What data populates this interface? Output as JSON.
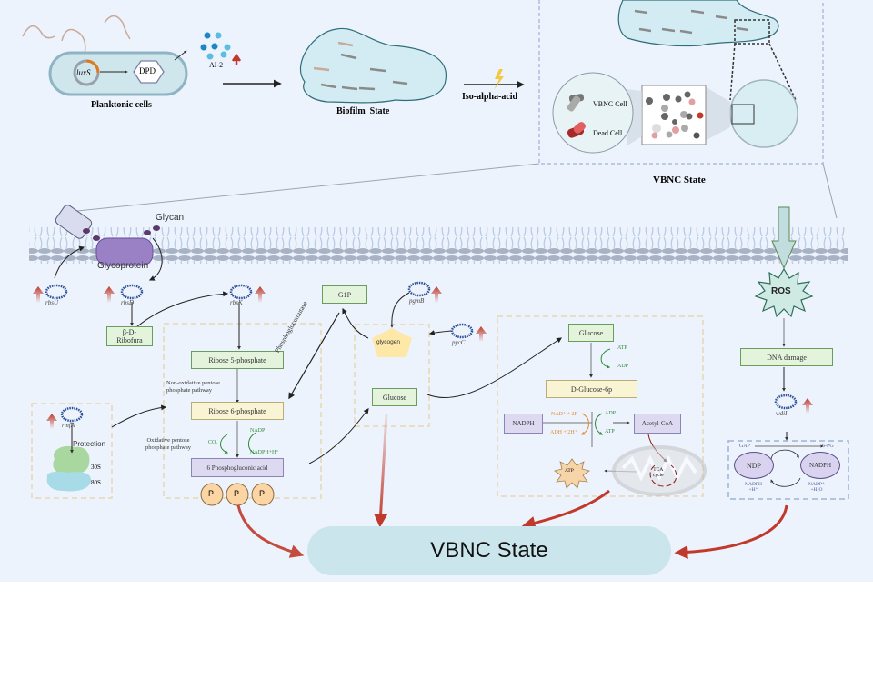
{
  "top": {
    "planktonic": {
      "gene": "luxS",
      "product": "DPD",
      "signal": "AI-2",
      "caption": "Planktonic cells"
    },
    "biofilm": {
      "caption": "Biofilm  State"
    },
    "treatment": {
      "label": "Iso-alpha-acid"
    },
    "vbnc_panel": {
      "legend_vbnc": "VBNC Cell",
      "legend_dead": "Dead Cell",
      "caption": "VBNC State"
    }
  },
  "membrane": {
    "glycan_label": "Glycan",
    "glycoprotein_label": "Glycoprotein"
  },
  "genes": {
    "rbsU": "rbsU",
    "rbsD": "rbsD",
    "rbsK": "rbsK",
    "pgmB": "pgmB",
    "pycC": "pycC",
    "rmfA": "rmfA",
    "wdiI": "wdiI"
  },
  "ribose_pathway": {
    "beta_d_ribofura": "β-D-\nRibofura",
    "ribose5p": "Ribose 5-phosphate",
    "non_oxidative": "Non-oxidative pentose\nphosphate pathway",
    "ribose6p": "Ribose 6-phosphate",
    "oxidative": "Oxidative pentose\nphosphate pathway",
    "co2": "CO₂",
    "nadp": "NADP",
    "nadph": "NADPH+H⁺",
    "phosphogluconic": "6 Phosphogluconic acid",
    "phosphates": [
      "P",
      "P",
      "P"
    ],
    "enzyme": "Phosphoglucomutase"
  },
  "glycogen_pathway": {
    "g1p": "G1P",
    "glycogen": "glycogen",
    "glucose": "Glucose"
  },
  "ribosome": {
    "protection": "Protection",
    "sub30": "30S",
    "sub80": "80S"
  },
  "glycolysis": {
    "glucose": "Glucose",
    "atp_in": "ATP",
    "adp_out": "ADP",
    "d_glucose_6p": "D-Glucose-6p",
    "nadph_box": "NADPH",
    "nad_label": "NAD⁺ + 2P",
    "adh_label": "ADH + 2H⁺",
    "adp_label": "ADP",
    "atp_label": "ATP",
    "acetyl_coa": "Acetyl-CoA",
    "atp_burst": "ATP",
    "tca": "TCA\ncycle"
  },
  "ros_path": {
    "ros": "ROS",
    "dna_damage": "DNA damage",
    "gap": "GAP",
    "six_pg": "6-PG",
    "ndp": "NDP",
    "nadph": "NADPH",
    "nadph_h": "NADPH\n+H⁺",
    "nadp_h": "NADP⁺\n+H₂O"
  },
  "outcome": {
    "label": "VBNC State"
  },
  "colors": {
    "background": "#edf3fc",
    "up_arrow": "#c0392b",
    "outcome_fill": "#cae5ec",
    "green_text": "#2e8b3a",
    "orange_text": "#e08a2e"
  }
}
